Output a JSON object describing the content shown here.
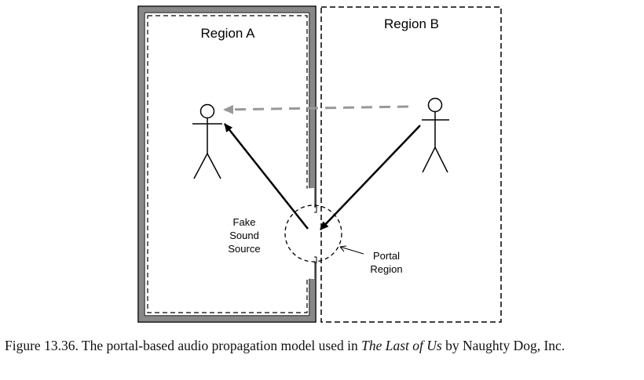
{
  "diagram": {
    "region_a": "Region A",
    "region_b": "Region B",
    "fake_source_line1": "Fake",
    "fake_source_line2": "Sound",
    "fake_source_line3": "Source",
    "portal_line1": "Portal",
    "portal_line2": "Region"
  },
  "caption": {
    "prefix": "Figure 13.36.  The portal-based audio propagation model used in ",
    "title": "The Last of Us",
    "suffix": " by Naughty Dog, Inc."
  }
}
